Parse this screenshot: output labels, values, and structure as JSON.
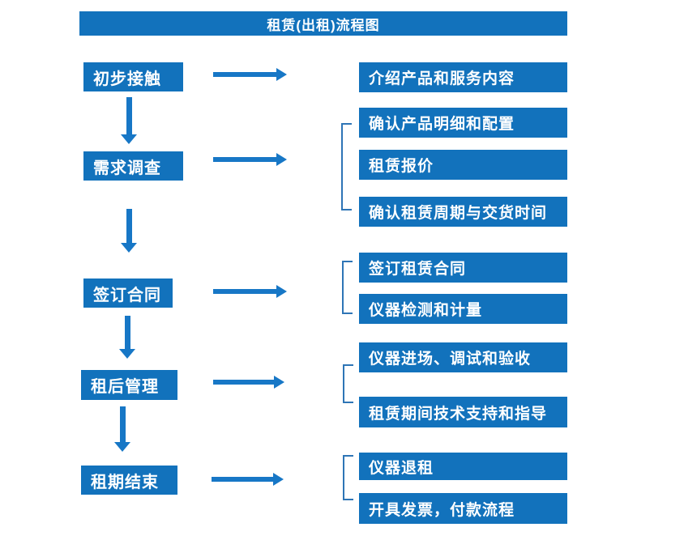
{
  "title": "租赁(出租)流程图",
  "colors": {
    "box_blue": "#1272BC",
    "arrow_blue": "#1777C6",
    "bracket_blue": "#2E75B6",
    "text_white": "#FFFFFF"
  },
  "steps": [
    {
      "label": "初步接触",
      "outputs": [
        "介绍产品和服务内容"
      ]
    },
    {
      "label": "需求调查",
      "outputs": [
        "确认产品明细和配置",
        "租赁报价",
        "确认租赁周期与交货时间"
      ]
    },
    {
      "label": "签订合同",
      "outputs": [
        "签订租赁合同",
        "仪器检测和计量"
      ]
    },
    {
      "label": "租后管理",
      "outputs": [
        "仪器进场、调试和验收",
        "租赁期间技术支持和指导"
      ]
    },
    {
      "label": "租期结束",
      "outputs": [
        "仪器退租",
        "开具发票，付款流程"
      ]
    }
  ]
}
